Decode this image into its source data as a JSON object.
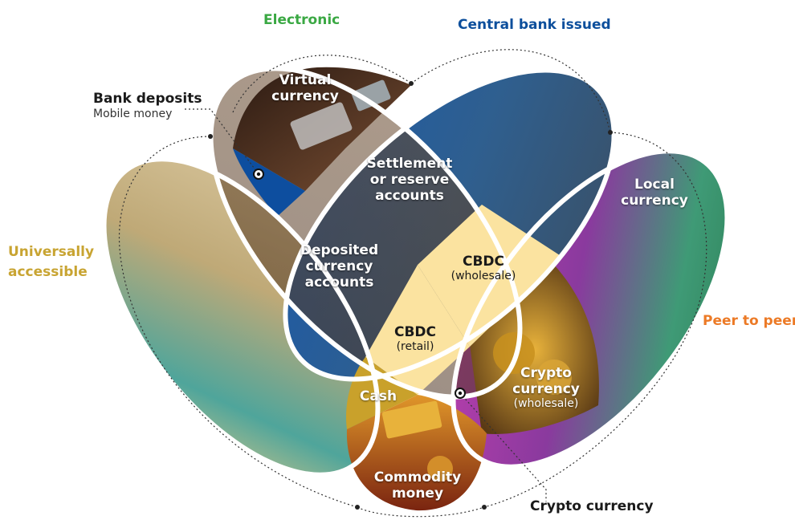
{
  "categories": {
    "electronic": "Electronic",
    "central_bank_issued": "Central bank issued",
    "universally_accessible": "Universally accessible",
    "peer_to_peer": "Peer to peer"
  },
  "callouts": {
    "bank_deposits": "Bank deposits",
    "mobile_money": "Mobile money",
    "crypto_currency": "Crypto currency"
  },
  "regions": {
    "virtual_currency": "Virtual currency",
    "settlement_accounts": "Settlement or reserve accounts",
    "local_currency": "Local currency",
    "deposited_accounts": "Deposited currency accounts",
    "cbdc_wholesale_title": "CBDC",
    "cbdc_wholesale_sub": "(wholesale)",
    "cbdc_retail_title": "CBDC",
    "cbdc_retail_sub": "(retail)",
    "crypto_wholesale_title": "Crypto currency",
    "crypto_wholesale_sub": "(wholesale)",
    "cash": "Cash",
    "commodity_money": "Commodity money"
  },
  "colors": {
    "electronic": "#3aa843",
    "central_bank_issued": "#0d4f9c",
    "universally_accessible": "#c8a432",
    "peer_to_peer": "#ec7a26",
    "cbdc_fill": "#fbe3a0",
    "cash_fill": "#c9a12b",
    "bank_deposit_fill": "#0d4e9f"
  }
}
